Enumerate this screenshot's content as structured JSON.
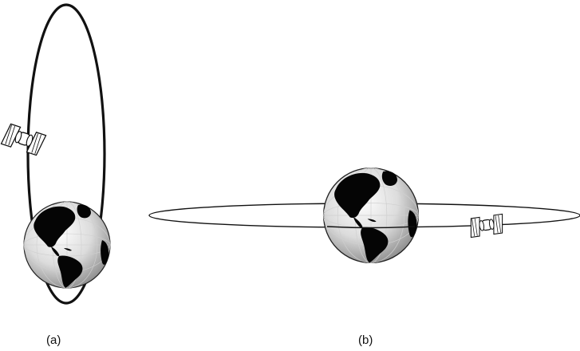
{
  "panels": [
    {
      "label": "(a)",
      "orbit": "elliptical",
      "satellite": "satellite-icon",
      "planet": "earth-globe-icon"
    },
    {
      "label": "(b)",
      "orbit": "equatorial",
      "satellite": "satellite-icon",
      "planet": "earth-globe-icon"
    }
  ],
  "colors": {
    "orbit": "#111111",
    "globe_ocean": "#e9e9e9",
    "landmass": "#050505",
    "satellite_body": "#ffffff"
  }
}
